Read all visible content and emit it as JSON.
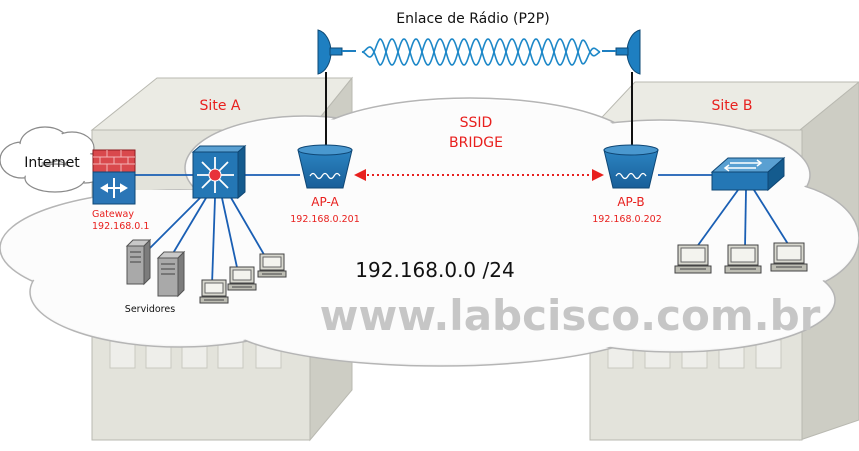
{
  "title": "Enlace de Rádio (P2P)",
  "site_a": "Site A",
  "site_b": "Site B",
  "internet": "Internet",
  "gateway": {
    "name": "Gateway",
    "ip": "192.168.0.1"
  },
  "servers": "Servidores",
  "ssid": {
    "line1": "SSID",
    "line2": "BRIDGE"
  },
  "ap_a": {
    "name": "AP-A",
    "ip": "192.168.0.201"
  },
  "ap_b": {
    "name": "AP-B",
    "ip": "192.168.0.202"
  },
  "network": "192.168.0.0 /24",
  "watermark": "www.labcisco.com.br",
  "colors": {
    "red_label": "#e8201e",
    "cisco_blue": "#1f6fab",
    "link_blue": "#1a5fb4",
    "wave": "#1e88c8",
    "building": "#e3e3db",
    "watermark": "#c6c6c6"
  }
}
